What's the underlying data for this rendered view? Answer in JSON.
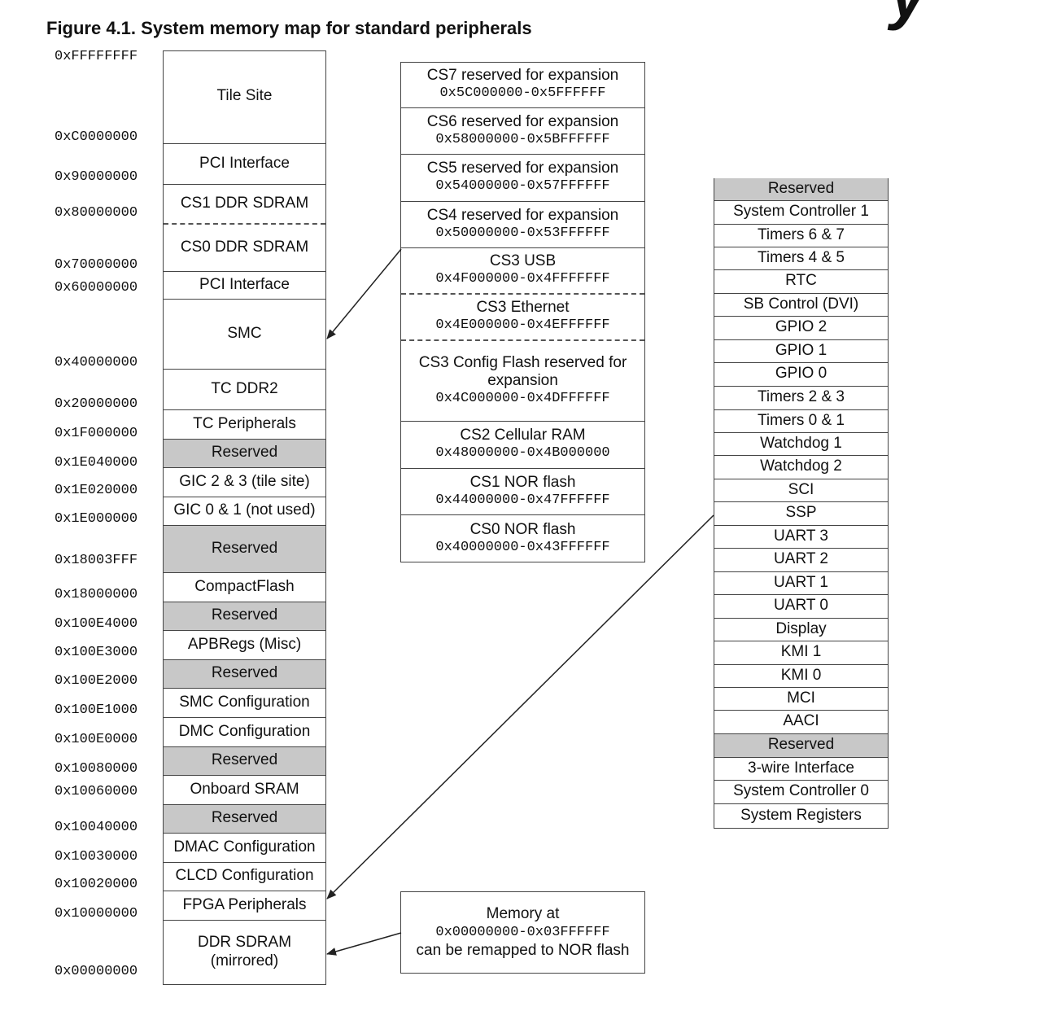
{
  "title": "Figure 4.1. System memory map for standard peripherals",
  "corner_mark": "y",
  "left_map": {
    "addresses": [
      "0xFFFFFFFF",
      "0xC0000000",
      "0x90000000",
      "0x80000000",
      "0x70000000",
      "0x60000000",
      "0x40000000",
      "0x20000000",
      "0x1F000000",
      "0x1E040000",
      "0x1E020000",
      "0x1E000000",
      "0x18003FFF",
      "0x18000000",
      "0x100E4000",
      "0x100E3000",
      "0x100E2000",
      "0x100E1000",
      "0x100E0000",
      "0x10080000",
      "0x10060000",
      "0x10040000",
      "0x10030000",
      "0x10020000",
      "0x10000000",
      "0x00000000"
    ],
    "regions": [
      {
        "label": "Tile Site"
      },
      {
        "label": "PCI Interface"
      },
      {
        "label": "CS1 DDR SDRAM",
        "dashed": true
      },
      {
        "label": "CS0 DDR SDRAM"
      },
      {
        "label": "PCI Interface"
      },
      {
        "label": "SMC"
      },
      {
        "label": "TC DDR2"
      },
      {
        "label": "TC Peripherals"
      },
      {
        "label": "Reserved",
        "reserved": true
      },
      {
        "label": "GIC 2 & 3 (tile site)"
      },
      {
        "label": "GIC 0 & 1 (not used)"
      },
      {
        "label": "Reserved",
        "reserved": true
      },
      {
        "label": "CompactFlash"
      },
      {
        "label": "Reserved",
        "reserved": true
      },
      {
        "label": "APBRegs (Misc)"
      },
      {
        "label": "Reserved",
        "reserved": true
      },
      {
        "label": "SMC Configuration"
      },
      {
        "label": "DMC Configuration"
      },
      {
        "label": "Reserved",
        "reserved": true
      },
      {
        "label": "Onboard SRAM"
      },
      {
        "label": "Reserved",
        "reserved": true
      },
      {
        "label": "DMAC Configuration"
      },
      {
        "label": "CLCD Configuration"
      },
      {
        "label": "FPGA Peripherals"
      },
      {
        "label": "DDR SDRAM (mirrored)"
      }
    ]
  },
  "smc_map": {
    "regions": [
      {
        "label": "CS7 reserved for expansion",
        "range": "0x5C000000-0x5FFFFFF"
      },
      {
        "label": "CS6 reserved for expansion",
        "range": "0x58000000-0x5BFFFFFF"
      },
      {
        "label": "CS5 reserved for expansion",
        "range": "0x54000000-0x57FFFFFF"
      },
      {
        "label": "CS4 reserved for expansion",
        "range": "0x50000000-0x53FFFFFF"
      },
      {
        "label": "CS3 USB",
        "range": "0x4F000000-0x4FFFFFFF",
        "dashed": true
      },
      {
        "label": "CS3 Ethernet",
        "range": "0x4E000000-0x4EFFFFFF",
        "dashed": true
      },
      {
        "label": "CS3 Config Flash reserved for expansion",
        "range": "0x4C000000-0x4DFFFFFF"
      },
      {
        "label": "CS2 Cellular RAM",
        "range": "0x48000000-0x4B000000"
      },
      {
        "label": "CS1 NOR flash",
        "range": "0x44000000-0x47FFFFFF"
      },
      {
        "label": "CS0 NOR flash",
        "range": "0x40000000-0x43FFFFFF"
      }
    ]
  },
  "fpga_map": {
    "regions": [
      {
        "label": "Reserved",
        "reserved": true
      },
      {
        "label": "System Controller 1"
      },
      {
        "label": "Timers 6 & 7"
      },
      {
        "label": "Timers 4 & 5"
      },
      {
        "label": "RTC"
      },
      {
        "label": "SB Control (DVI)"
      },
      {
        "label": "GPIO 2"
      },
      {
        "label": "GPIO 1"
      },
      {
        "label": "GPIO 0"
      },
      {
        "label": "Timers 2 & 3"
      },
      {
        "label": "Timers 0 & 1"
      },
      {
        "label": "Watchdog 1"
      },
      {
        "label": "Watchdog 2"
      },
      {
        "label": "SCI"
      },
      {
        "label": "SSP"
      },
      {
        "label": "UART 3"
      },
      {
        "label": "UART 2"
      },
      {
        "label": "UART 1"
      },
      {
        "label": "UART 0"
      },
      {
        "label": "Display"
      },
      {
        "label": "KMI 1"
      },
      {
        "label": "KMI 0"
      },
      {
        "label": "MCI"
      },
      {
        "label": "AACI"
      },
      {
        "label": "Reserved",
        "reserved": true
      },
      {
        "label": "3-wire Interface"
      },
      {
        "label": "System Controller 0"
      },
      {
        "label": "System Registers"
      }
    ]
  },
  "remap_note": {
    "line1": "Memory at",
    "line2": "0x00000000-0x03FFFFFF",
    "line3": "can be remapped to NOR flash"
  }
}
